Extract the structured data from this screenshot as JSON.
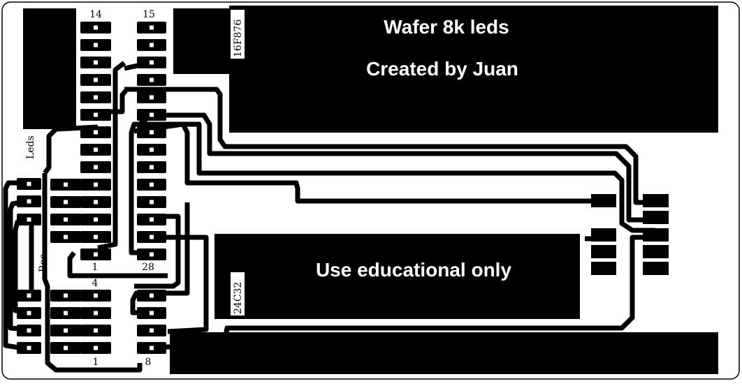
{
  "board": {
    "title_line1": "Wafer 8k leds",
    "title_line2": "Created by Juan",
    "note": "Use educational only"
  },
  "labels": {
    "pic_part": "16F876",
    "eeprom_part": "24C32",
    "leds": "Leds",
    "res": "Res",
    "pin14": "14",
    "pin15": "15",
    "pin1_pic": "1",
    "pin28": "28",
    "pin4": "4",
    "pin1_eeprom": "1",
    "pin8": "8"
  },
  "colors": {
    "copper": "#000000",
    "substrate": "#ffffff",
    "pad_hole": "#ffffff"
  }
}
